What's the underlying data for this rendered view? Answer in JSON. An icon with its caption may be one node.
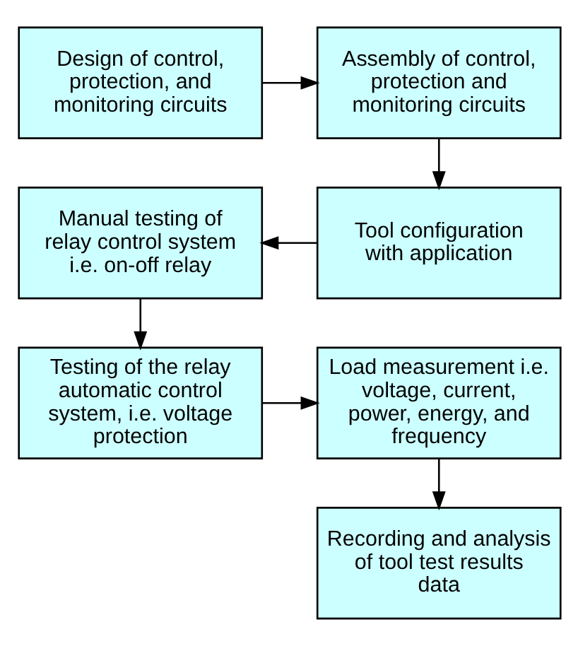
{
  "diagram": {
    "nodes": [
      {
        "text": [
          "Design of control, protection, and monitoring circuits"
        ]
      },
      {
        "text": [
          "Assembly of control, protection and monitoring circuits"
        ]
      },
      {
        "text": [
          "Tool configuration with application"
        ]
      },
      {
        "text": [
          "Manual testing of relay control system i.e. on-off relay"
        ]
      },
      {
        "text": [
          "Testing of the relay automatic control system, i.e. voltage protection"
        ]
      },
      {
        "text": [
          "Load measurement i.e. voltage, current, power, energy, and frequency"
        ]
      },
      {
        "text": [
          "Recording and analysis of tool test results data"
        ]
      }
    ],
    "edges": [
      {
        "from": 0,
        "to": 1,
        "arrow": "to"
      },
      {
        "from": 1,
        "to": 2,
        "arrow": "to"
      },
      {
        "from": 2,
        "to": 3,
        "arrow": "to"
      },
      {
        "from": 3,
        "to": 4,
        "arrow": "to"
      },
      {
        "from": 4,
        "to": 5,
        "arrow": "to"
      },
      {
        "from": 5,
        "to": 6,
        "arrow": "to"
      }
    ]
  }
}
